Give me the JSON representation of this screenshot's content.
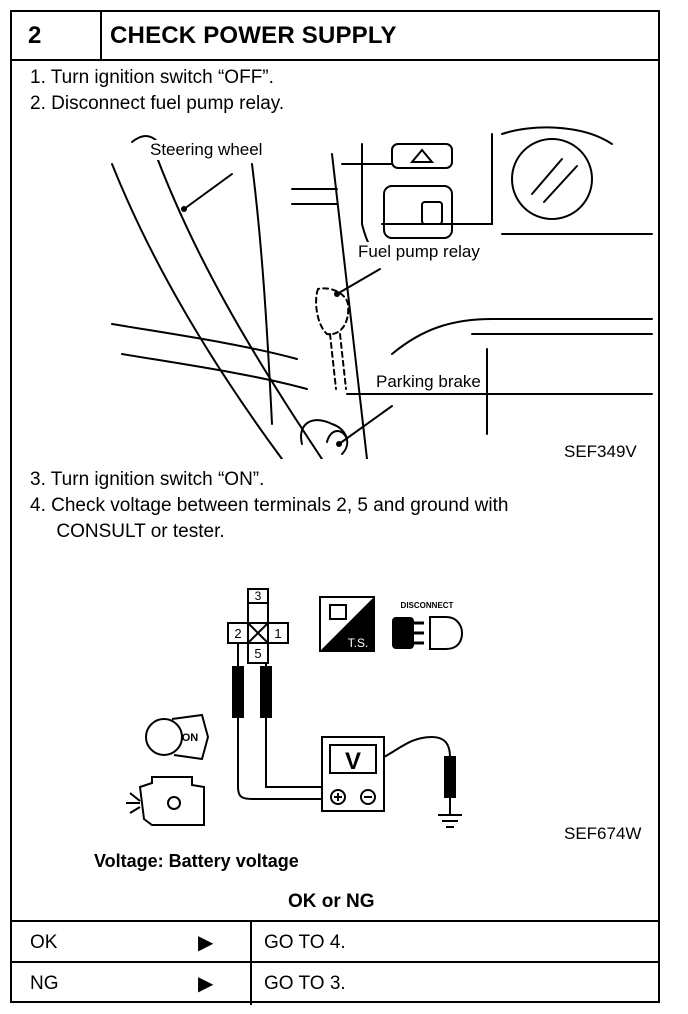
{
  "header": {
    "number": "2",
    "title": "CHECK POWER SUPPLY"
  },
  "steps_top": [
    "1.  Turn ignition switch “OFF”.",
    "2.  Disconnect fuel pump relay."
  ],
  "figure1": {
    "labels": {
      "steering_wheel": "Steering wheel",
      "fuel_pump_relay": "Fuel pump relay",
      "parking_brake": "Parking brake"
    },
    "code": "SEF349V"
  },
  "steps_mid": [
    "3.  Turn ignition switch “ON”.",
    "4.  Check voltage between terminals 2, 5 and ground with",
    "     CONSULT or tester."
  ],
  "figure2": {
    "terminals": [
      "3",
      "2",
      "1",
      "5"
    ],
    "ts_label": "T.S.",
    "disconnect_label": "DISCONNECT",
    "meter_label": "V",
    "key_label": "ON",
    "code": "SEF674W"
  },
  "spec": "Voltage: Battery voltage",
  "decision": "OK or NG",
  "results": [
    {
      "label": "OK",
      "arrow": "▶",
      "goto": "GO TO 4."
    },
    {
      "label": "NG",
      "arrow": "▶",
      "goto": "GO TO 3."
    }
  ]
}
